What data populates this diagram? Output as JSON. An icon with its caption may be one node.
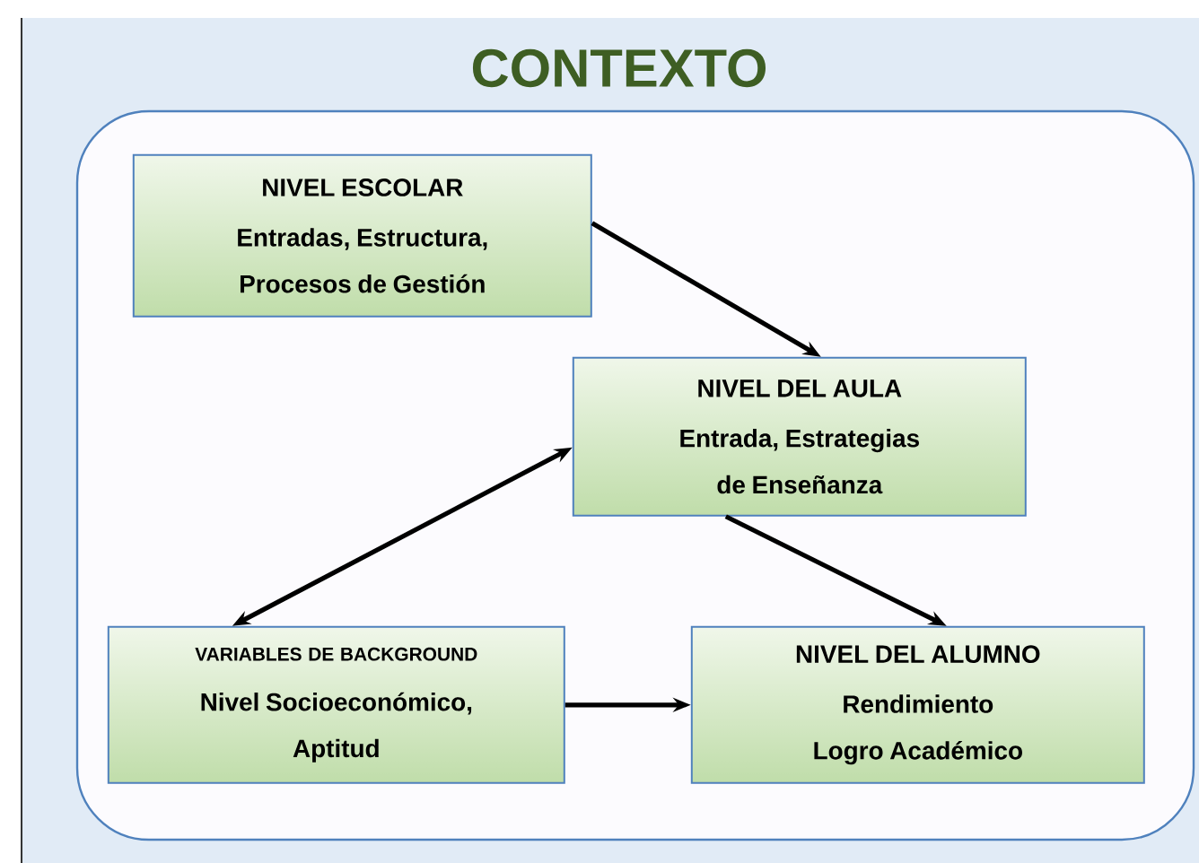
{
  "diagram": {
    "nodes": [
      {
        "text": [
          "CONTEXTO"
        ]
      },
      {
        "text": [
          "NIVEL ESCOLAR",
          "Entradas, Estructura, Procesos de Gestión"
        ],
        "in": 0
      },
      {
        "text": [
          "NIVEL DEL AULA",
          "Entrada, Estrategias de Enseñanza"
        ],
        "in": 0
      },
      {
        "text": [
          "VARIABLES DE BACKGROUND",
          "Nivel Socioeconómico, Aptitud"
        ],
        "in": 0
      },
      {
        "text": [
          "NIVEL DEL ALUMNO",
          "Rendimiento Logro Académico"
        ],
        "in": 0
      }
    ],
    "edges": [
      {
        "from": 1,
        "to": 2,
        "arrow": "to"
      },
      {
        "from": 2,
        "to": 3,
        "arrow": "both"
      },
      {
        "from": 2,
        "to": 4,
        "arrow": "to"
      },
      {
        "from": 3,
        "to": 4,
        "arrow": "to"
      }
    ]
  }
}
